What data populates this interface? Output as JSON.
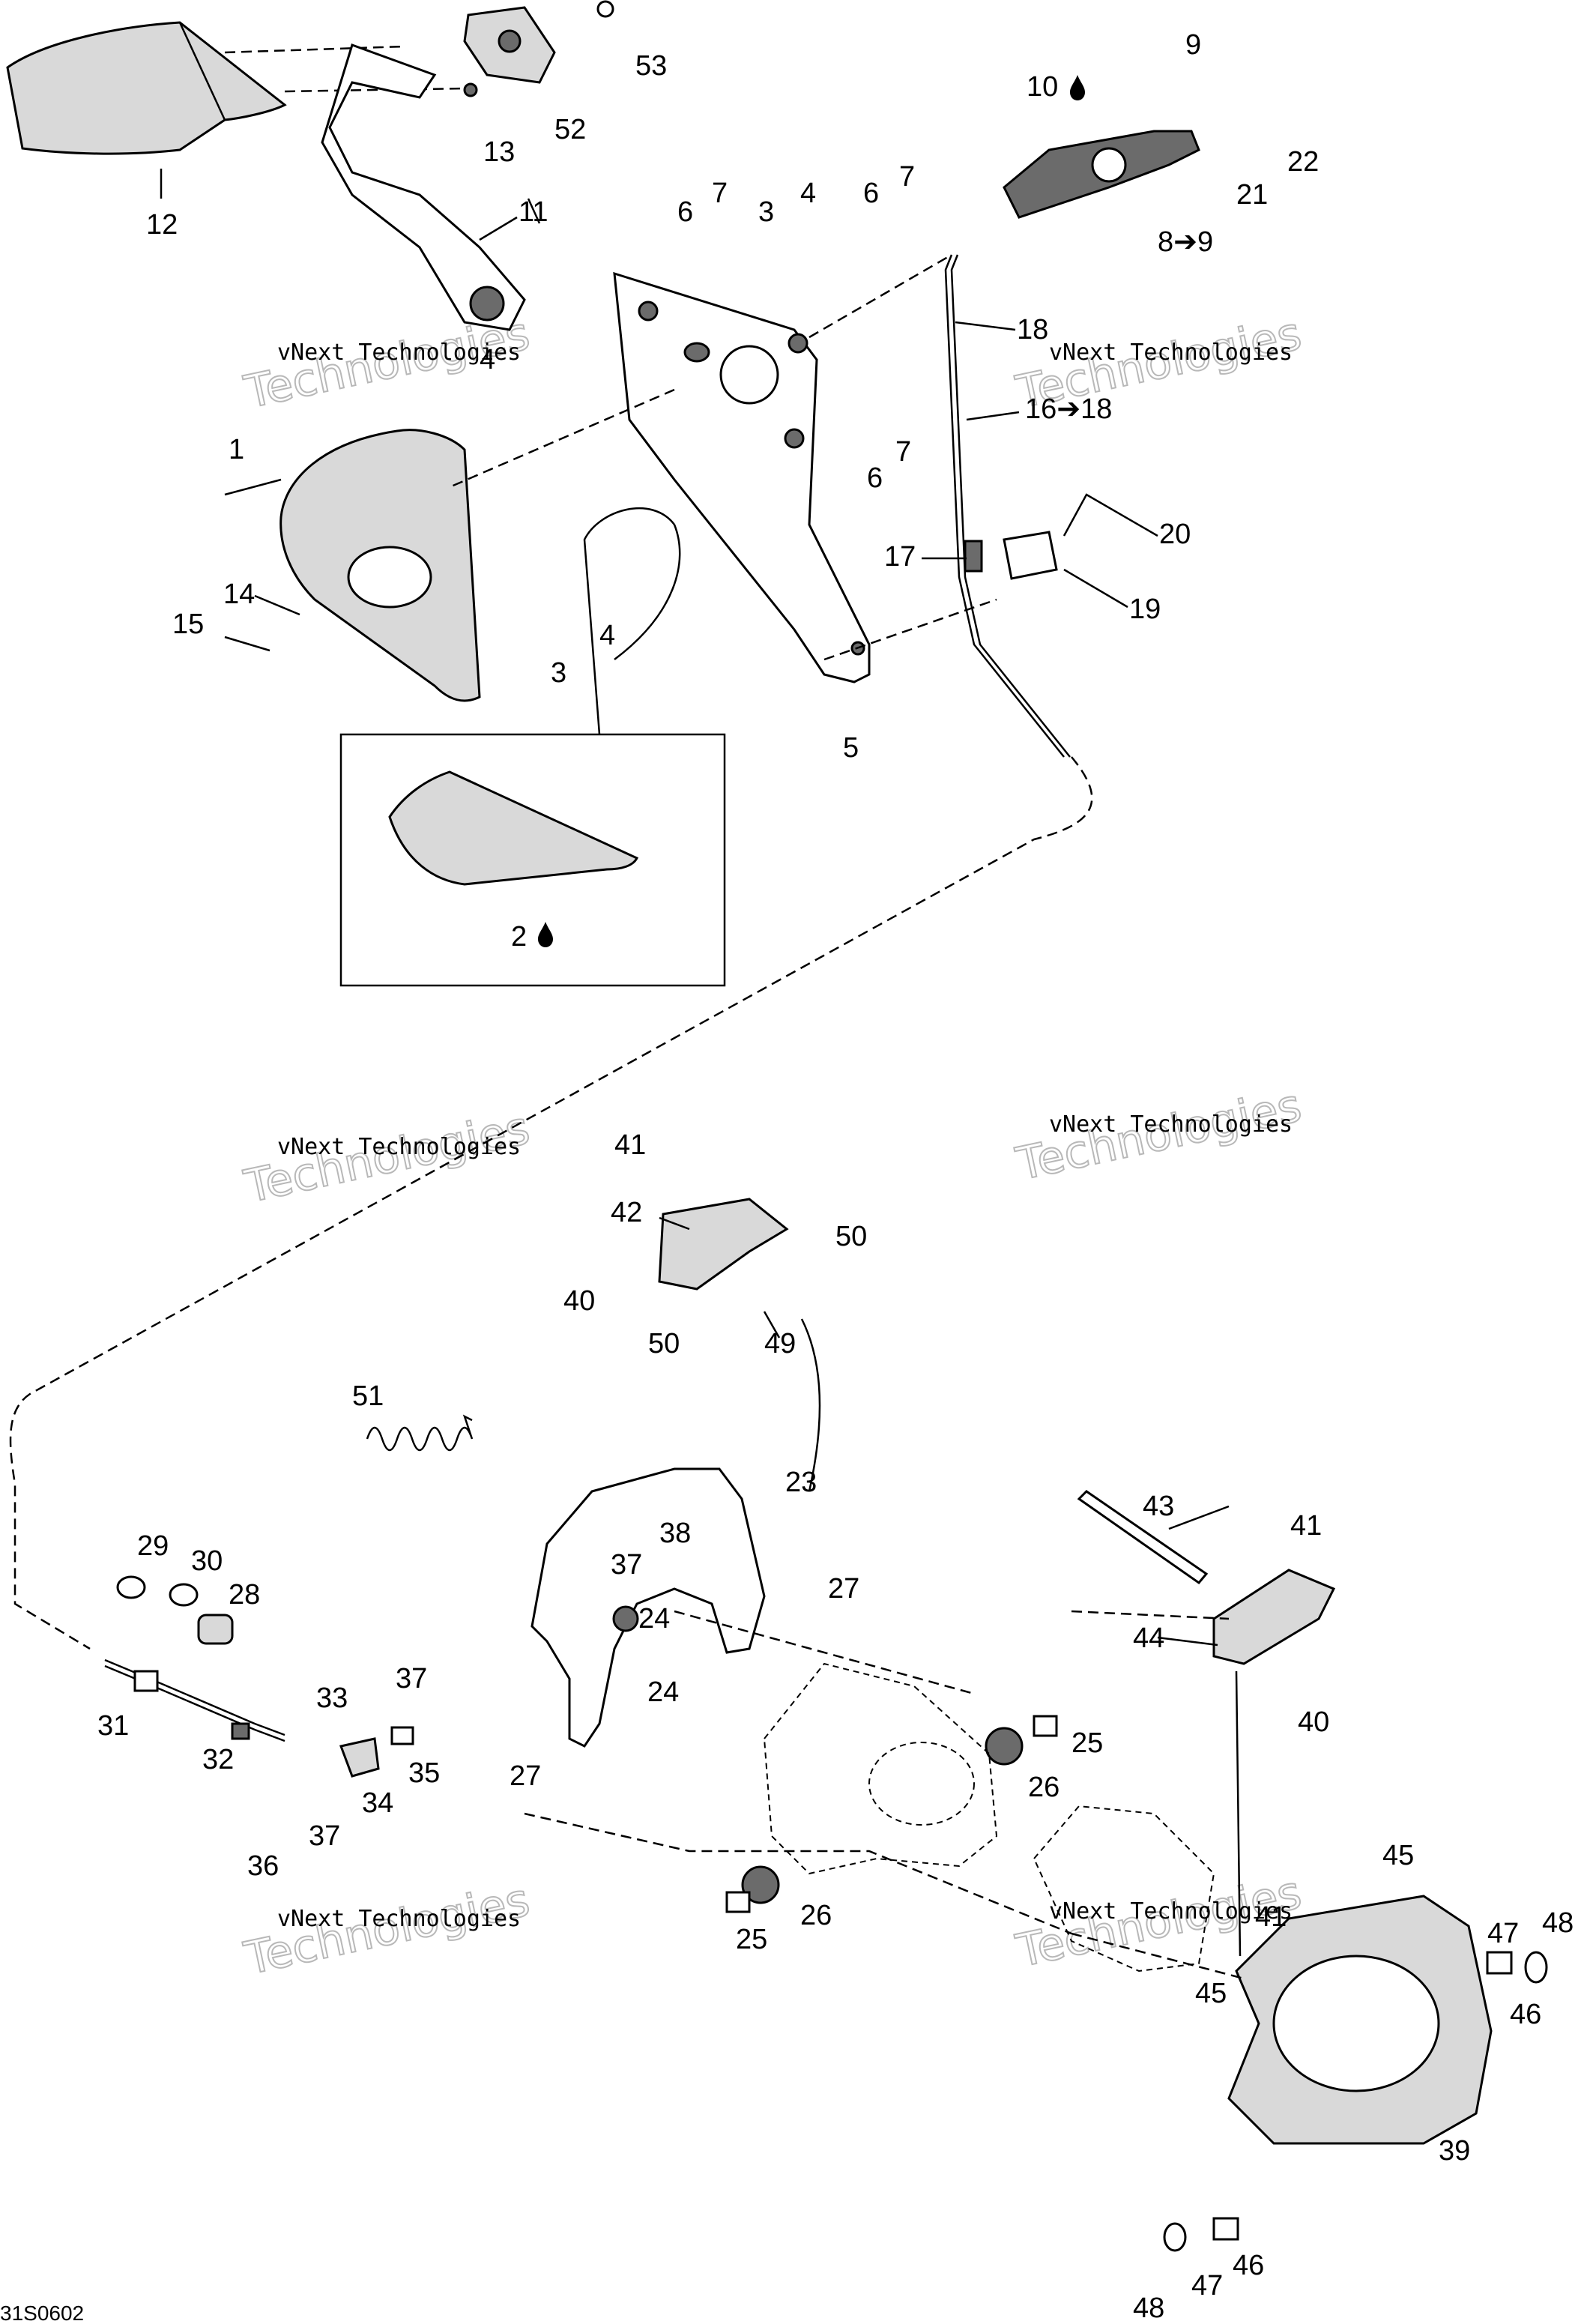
{
  "labels": [
    {
      "text": "1"
    },
    {
      "text": "2"
    },
    {
      "text": "3"
    },
    {
      "text": "3"
    },
    {
      "text": "4"
    },
    {
      "text": "4"
    },
    {
      "text": "4"
    },
    {
      "text": "5"
    },
    {
      "text": "6"
    },
    {
      "text": "6"
    },
    {
      "text": "6"
    },
    {
      "text": "7"
    },
    {
      "text": "7"
    },
    {
      "text": "7"
    },
    {
      "text": "8➔9"
    },
    {
      "text": "9"
    },
    {
      "text": "10"
    },
    {
      "text": "11"
    },
    {
      "text": "12"
    },
    {
      "text": "13"
    },
    {
      "text": "14"
    },
    {
      "text": "15"
    },
    {
      "text": "16➔18"
    },
    {
      "text": "17"
    },
    {
      "text": "18"
    },
    {
      "text": "19"
    },
    {
      "text": "20"
    },
    {
      "text": "21"
    },
    {
      "text": "22"
    },
    {
      "text": "23"
    },
    {
      "text": "24"
    },
    {
      "text": "24"
    },
    {
      "text": "25"
    },
    {
      "text": "25"
    },
    {
      "text": "26"
    },
    {
      "text": "26"
    },
    {
      "text": "27"
    },
    {
      "text": "27"
    },
    {
      "text": "28"
    },
    {
      "text": "29"
    },
    {
      "text": "30"
    },
    {
      "text": "31"
    },
    {
      "text": "32"
    },
    {
      "text": "33"
    },
    {
      "text": "34"
    },
    {
      "text": "35"
    },
    {
      "text": "36"
    },
    {
      "text": "37"
    },
    {
      "text": "37"
    },
    {
      "text": "37"
    },
    {
      "text": "38"
    },
    {
      "text": "39"
    },
    {
      "text": "40"
    },
    {
      "text": "40"
    },
    {
      "text": "41"
    },
    {
      "text": "41"
    },
    {
      "text": "41"
    },
    {
      "text": "42"
    },
    {
      "text": "43"
    },
    {
      "text": "44"
    },
    {
      "text": "45"
    },
    {
      "text": "45"
    },
    {
      "text": "46"
    },
    {
      "text": "46"
    },
    {
      "text": "47"
    },
    {
      "text": "47"
    },
    {
      "text": "48"
    },
    {
      "text": "48"
    },
    {
      "text": "49"
    },
    {
      "text": "50"
    },
    {
      "text": "50"
    },
    {
      "text": "51"
    },
    {
      "text": "52"
    },
    {
      "text": "53"
    }
  ],
  "watermark": {
    "line1": "vNext Technologies",
    "line2": "Technologies"
  },
  "drawing_code": "31S0602",
  "icons": {
    "lubricant_icon": "oil-drop-icon"
  }
}
